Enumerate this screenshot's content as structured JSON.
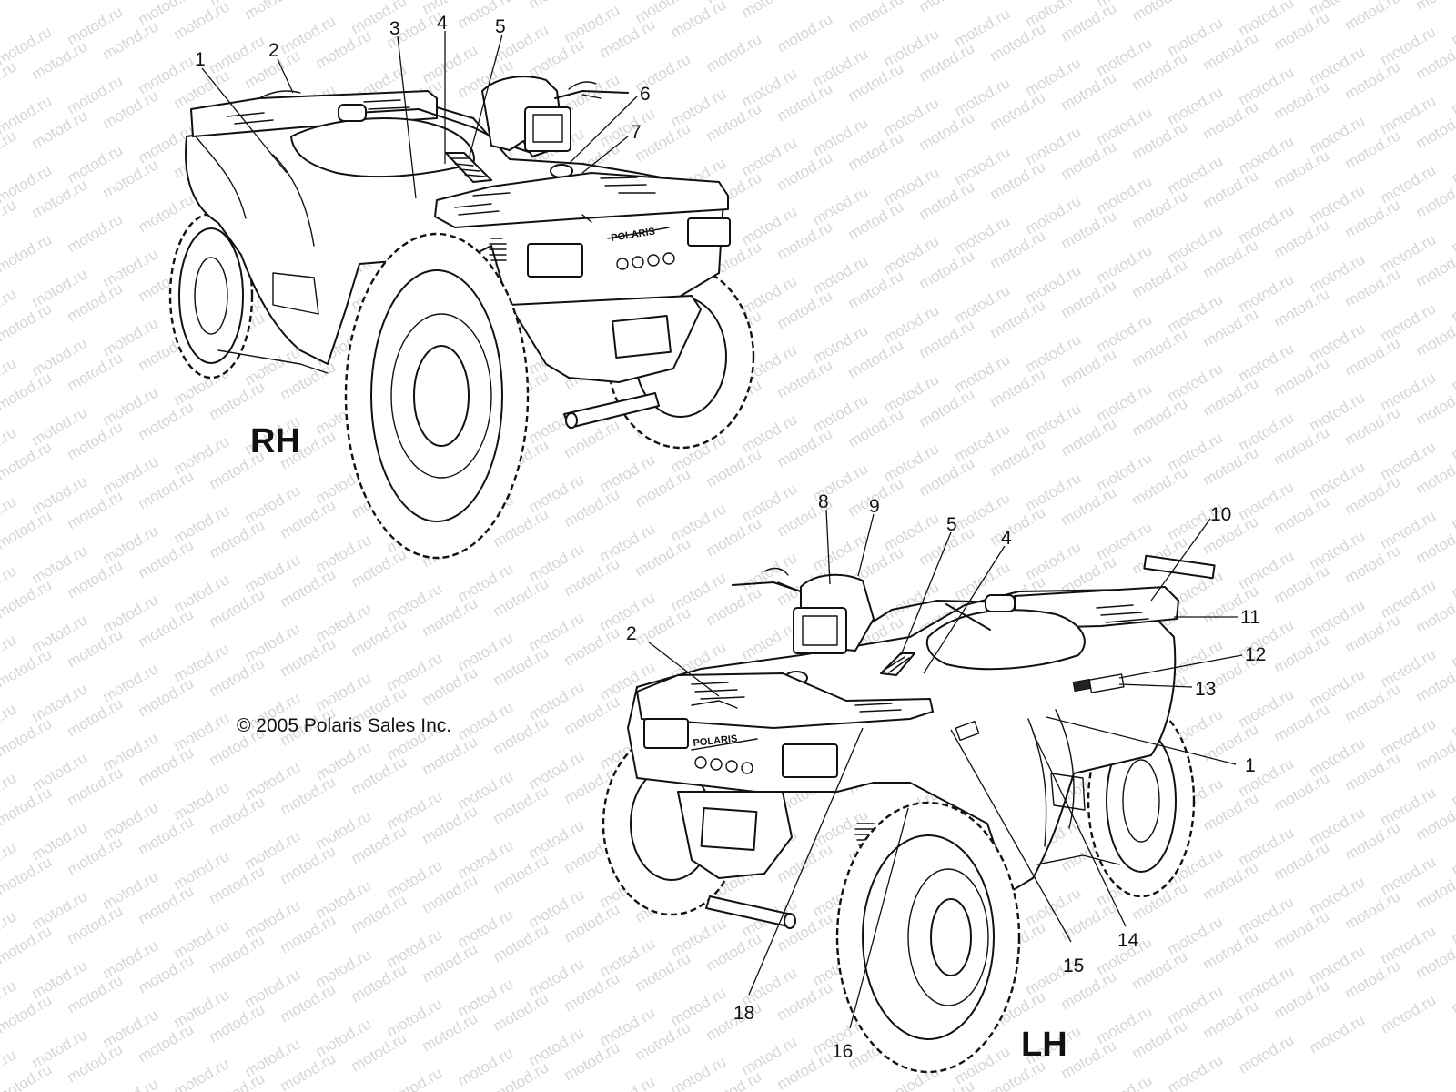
{
  "watermark_text": "motod.ru",
  "views": {
    "rh": {
      "label": "RH"
    },
    "lh": {
      "label": "LH"
    }
  },
  "brand_text": "POLARIS",
  "copyright": "© 2005 Polaris Sales Inc.",
  "callouts_rh": [
    "1",
    "2",
    "3",
    "4",
    "5",
    "6",
    "7"
  ],
  "callouts_lh": [
    "8",
    "9",
    "5",
    "4",
    "10",
    "11",
    "12",
    "13",
    "2",
    "1",
    "14",
    "15",
    "18",
    "16"
  ]
}
